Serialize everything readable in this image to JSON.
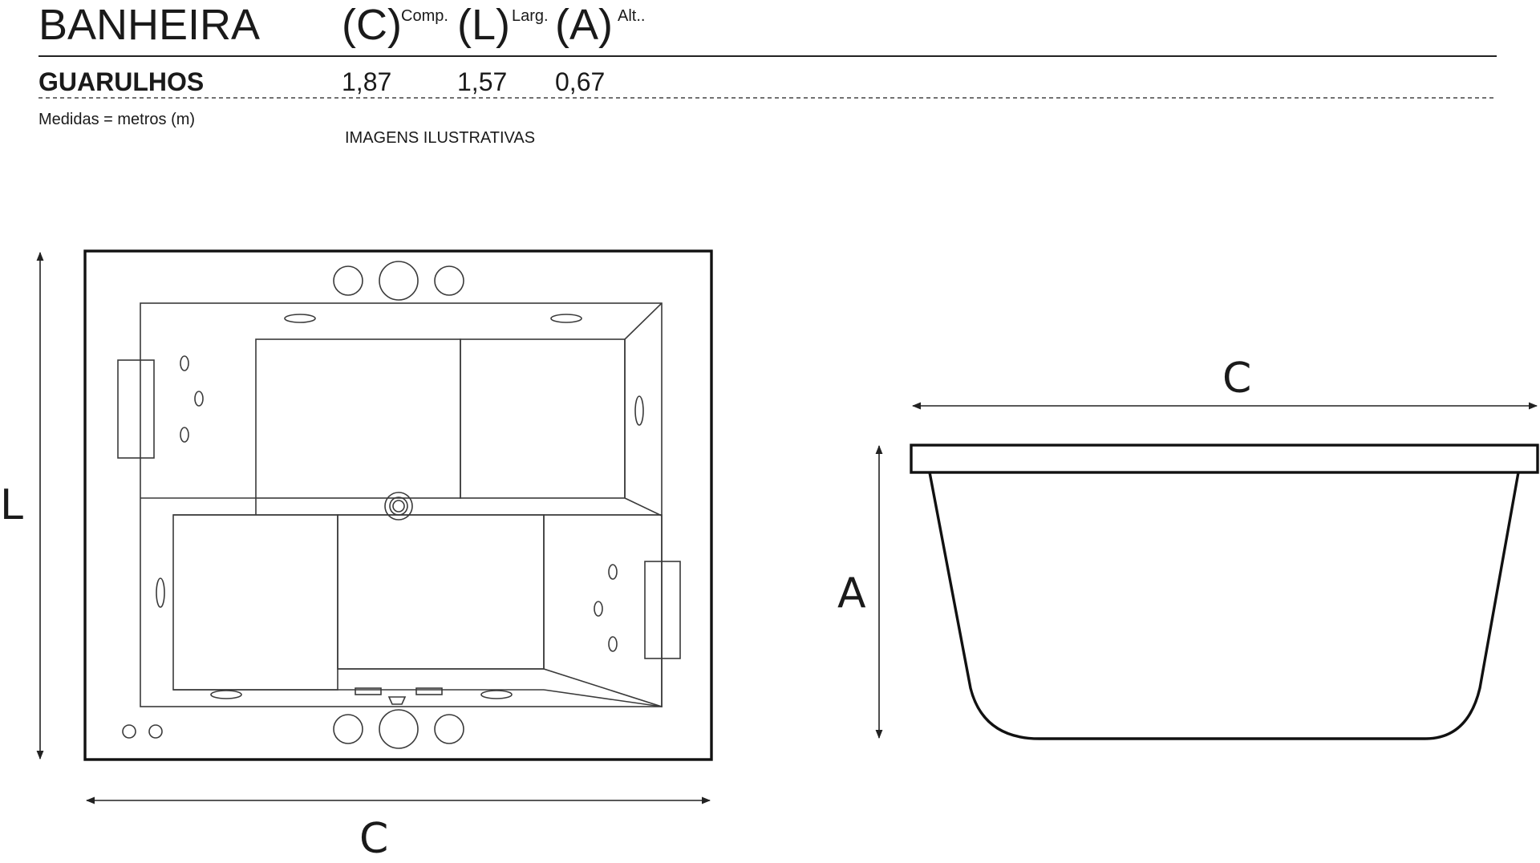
{
  "header": {
    "title": "BANHEIRA",
    "c_label": "(C)",
    "c_sup": "Comp.",
    "l_label": "(L)",
    "l_sup": "Larg.",
    "a_label": "(A)",
    "a_sup": "Alt..",
    "model": "GUARULHOS",
    "c_value": "1,87",
    "l_value": "1,57",
    "a_value": "0,67",
    "units_note": "Medidas = metros (m)",
    "illustrative_note": "IMAGENS ILUSTRATIVAS"
  },
  "diagram": {
    "top_view": {
      "width_label": "C",
      "length_label": "L"
    },
    "side_view": {
      "width_label": "C",
      "height_label": "A"
    }
  }
}
